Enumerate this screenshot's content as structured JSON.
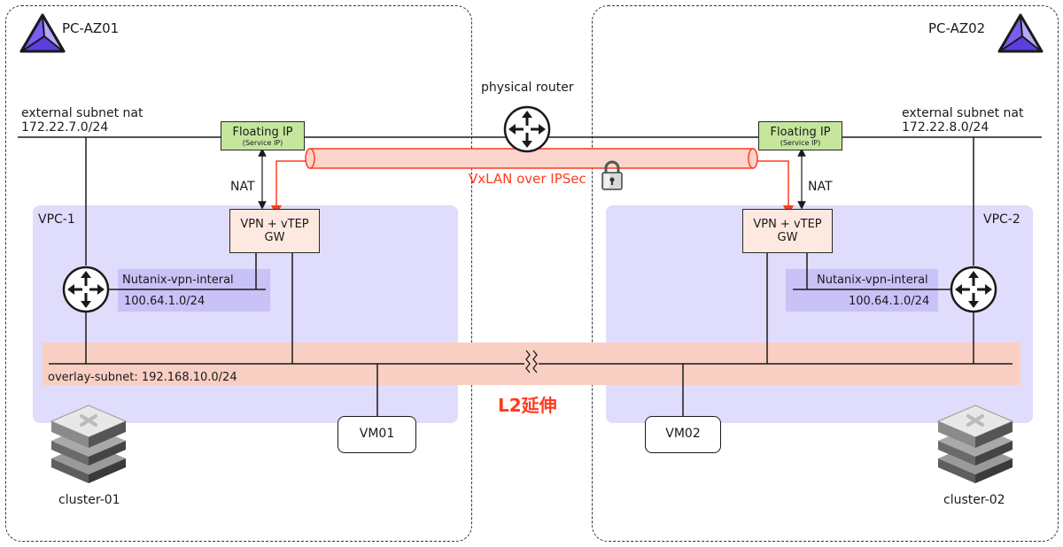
{
  "sites": [
    {
      "name": "PC-AZ01",
      "external_subnet_label": "external subnet nat",
      "external_subnet_cidr": "172.22.7.0/24",
      "floating_ip": "Floating IP",
      "floating_ip_sub": "(Service IP)",
      "nat_label": "NAT",
      "vpc_label": "VPC-1",
      "gateway_line1": "VPN + vTEP",
      "gateway_line2": "GW",
      "internal_subnet_name": "Nutanix-vpn-interal",
      "internal_subnet_cidr": "100.64.1.0/24",
      "vm": "VM01",
      "cluster": "cluster-01"
    },
    {
      "name": "PC-AZ02",
      "external_subnet_label": "external subnet nat",
      "external_subnet_cidr": "172.22.8.0/24",
      "floating_ip": "Floating IP",
      "floating_ip_sub": "(Service IP)",
      "nat_label": "NAT",
      "vpc_label": "VPC-2",
      "gateway_line1": "VPN + vTEP",
      "gateway_line2": "GW",
      "internal_subnet_name": "Nutanix-vpn-interal",
      "internal_subnet_cidr": "100.64.1.0/24",
      "vm": "VM02",
      "cluster": "cluster-02"
    }
  ],
  "physical_router": "physical router",
  "tunnel_label": "VxLAN over IPSec",
  "overlay_subnet": "overlay-subnet: 192.168.10.0/24",
  "l2_label": "L2延伸",
  "colors": {
    "vpc_fill": "#e0dcfb",
    "internal_subnet_fill": "#c9c2f6",
    "overlay_band": "#f9cfc4",
    "floating_ip_fill": "#c6e59d",
    "gateway_fill": "#fde9df",
    "tunnel_accent": "#ff3b1f",
    "prism_icon": "#7b5cf5"
  },
  "icons": [
    "prism-central-icon",
    "router-icon",
    "lock-icon",
    "server-stack-icon",
    "wan-break-icon"
  ]
}
